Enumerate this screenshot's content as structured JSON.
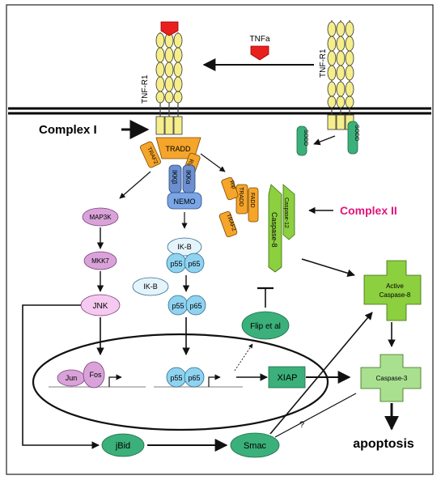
{
  "receptors": {
    "left_label": "TNF-R1",
    "right_label": "TNF-R1",
    "ligand_label": "TNFa"
  },
  "complex1": {
    "label": "Complex I",
    "tradd": "TRADD",
    "traf2": "TRAF2",
    "rip": "Rip",
    "sodd_left": "SODD",
    "sodd_right": "SODD"
  },
  "ikk": {
    "ikkb": "IKKβ",
    "ikka": "IKKα",
    "rip": "Rip",
    "nemo": "NEMO"
  },
  "jnk_path": {
    "map3k": "MAP3K",
    "mkk7": "MKK7",
    "jnk": "JNK",
    "jun": "Jun",
    "fos": "Fos"
  },
  "nfkb_path": {
    "ikb_bound": "IK-B",
    "ikb_free": "IK-B",
    "p55": "p55",
    "p65": "p65",
    "p55_free": "p55",
    "p65_free": "p65",
    "p55_nuc": "p55",
    "p65_nuc": "p65"
  },
  "complex2": {
    "label": "Complex II",
    "rip": "Rip",
    "tradd": "TRADD",
    "traf2": "TRAF2",
    "fadd": "FADD",
    "caspase12": "Caspase-12",
    "caspase8": "Caspase-8"
  },
  "downstream": {
    "flip": "Flip et al",
    "xiap": "XIAP",
    "active_casp8_line1": "Active",
    "active_casp8_line2": "Caspase-8",
    "caspase3": "Caspase-3",
    "jbid": "jBid",
    "smac": "Smac",
    "question": "?",
    "apoptosis": "apoptosis"
  },
  "colors": {
    "receptor": "#f5ee8a",
    "tradd": "#f5a52a",
    "ikk": "#6b8fcf",
    "nemo": "#7aa6e6",
    "purple": "#d9a3d9",
    "blue": "#8fd3f0",
    "green": "#8ccf3f",
    "teal": "#3bb07a",
    "red": "#e8211f",
    "magenta": "#e0157a"
  }
}
